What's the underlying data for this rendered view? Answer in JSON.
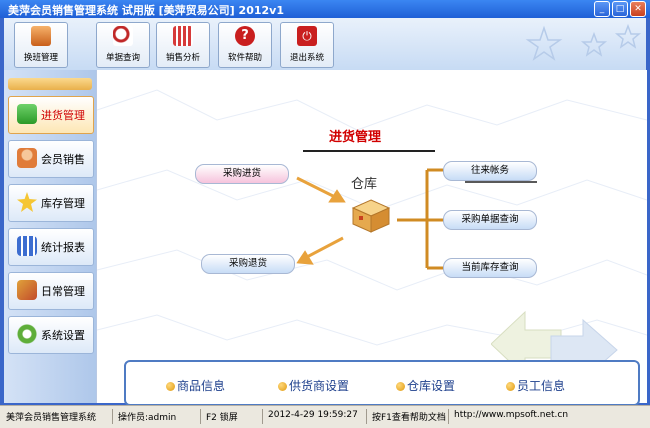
{
  "window": {
    "title": "美萍会员销售管理系统 试用版 [美萍贸易公司] 2012v1",
    "controls": [
      "minimize",
      "maximize",
      "close"
    ]
  },
  "toolbar": {
    "buttons": [
      {
        "label": "换班管理",
        "icon": "cashier-user-icon"
      },
      {
        "label": "单据查询",
        "icon": "magnifier-icon"
      },
      {
        "label": "销售分析",
        "icon": "bar-chart-icon"
      },
      {
        "label": "软件帮助",
        "icon": "help-icon"
      },
      {
        "label": "退出系统",
        "icon": "exit-icon"
      }
    ]
  },
  "sidebar": {
    "items": [
      {
        "label": "进货管理",
        "icon": "plus-icon",
        "active": true
      },
      {
        "label": "会员销售",
        "icon": "person-icon",
        "active": false
      },
      {
        "label": "库存管理",
        "icon": "star-icon",
        "active": false
      },
      {
        "label": "统计报表",
        "icon": "bar-chart-icon",
        "active": false
      },
      {
        "label": "日常管理",
        "icon": "brush-icon",
        "active": false
      },
      {
        "label": "系统设置",
        "icon": "gear-icon",
        "active": false
      }
    ]
  },
  "main": {
    "title": "进货管理",
    "center_label": "仓库",
    "left_actions": [
      "采购进货",
      "采购退货"
    ],
    "right_actions": [
      "往来帐务",
      "采购单据查询",
      "当前库存查询"
    ],
    "bottom_links": [
      "商品信息",
      "供货商设置",
      "仓库设置",
      "员工信息"
    ]
  },
  "statusbar": {
    "app": "美萍会员销售管理系统",
    "operator": "操作员:admin",
    "lock": "F2 锁屏",
    "datetime": "2012-4-29 19:59:27",
    "help": "按F1查看帮助文档",
    "url": "http://www.mpsoft.net.cn"
  },
  "colors": {
    "titlebar": "#2a6be0",
    "accent_red": "#d10000",
    "arrow_orange": "#e8a23c",
    "panel_border": "#4f7bc3"
  }
}
